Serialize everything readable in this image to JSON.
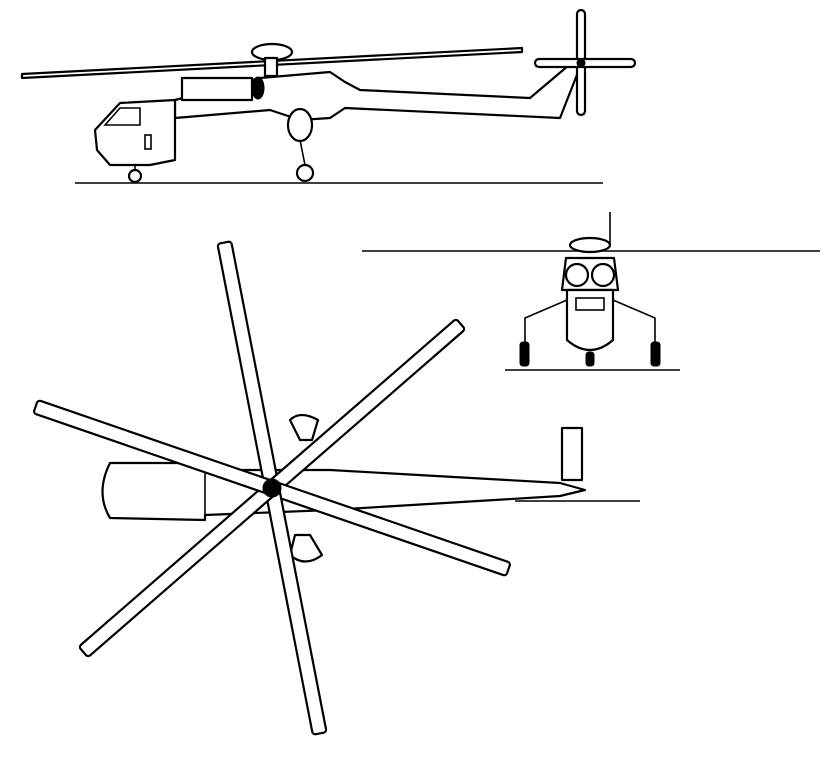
{
  "drawing": {
    "views": [
      "side-view",
      "front-view",
      "top-view"
    ],
    "line_color": "#000000",
    "background_color": "#ffffff"
  }
}
